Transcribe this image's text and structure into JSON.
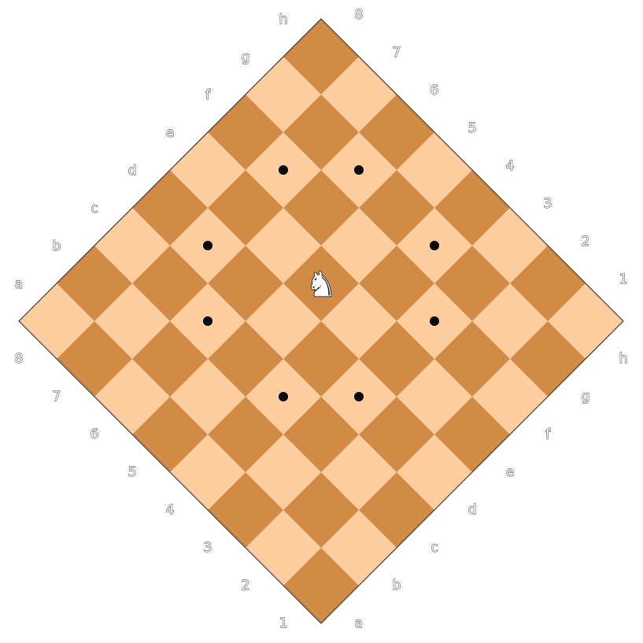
{
  "board": {
    "light_color": "#fecd9f",
    "dark_color": "#d18b47",
    "border_color": "#222222",
    "orientation": "rotated-45",
    "files": [
      "a",
      "b",
      "c",
      "d",
      "e",
      "f",
      "g",
      "h"
    ],
    "ranks": [
      "1",
      "2",
      "3",
      "4",
      "5",
      "6",
      "7",
      "8"
    ]
  },
  "pieces": [
    {
      "name": "knight",
      "color": "white",
      "glyph": "♞",
      "square": "e5"
    }
  ],
  "move_markers": {
    "color": "#000000",
    "squares": [
      "d3",
      "f3",
      "g4",
      "g6",
      "f7",
      "d7",
      "c6",
      "c4"
    ]
  }
}
